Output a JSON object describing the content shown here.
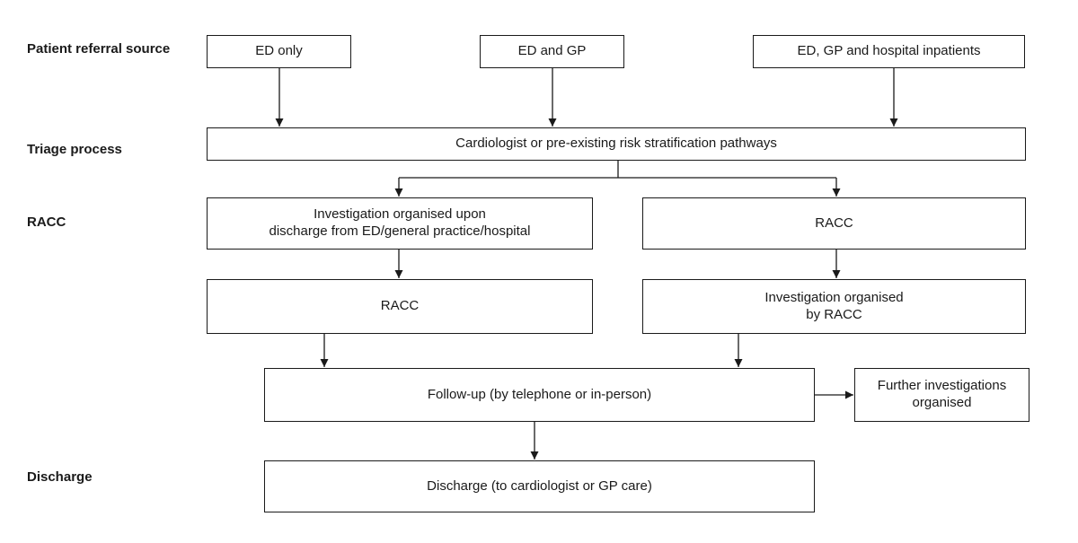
{
  "stages": {
    "referral": "Patient referral source",
    "triage": "Triage process",
    "racc": "RACC",
    "discharge": "Discharge"
  },
  "boxes": {
    "ed_only": "ED only",
    "ed_gp": "ED and GP",
    "ed_gp_hospital": "ED, GP and hospital inpatients",
    "triage": "Cardiologist or pre-existing risk stratification pathways",
    "investigation_upon_discharge": "Investigation organised upon\ndischarge from ED/general practice/hospital",
    "racc_right": "RACC",
    "racc_left": "RACC",
    "investigation_by_racc": "Investigation organised\nby RACC",
    "follow_up": "Follow-up (by telephone or in-person)",
    "further_investigations": "Further investigations\norganised",
    "discharge": "Discharge (to cardiologist or GP care)"
  }
}
